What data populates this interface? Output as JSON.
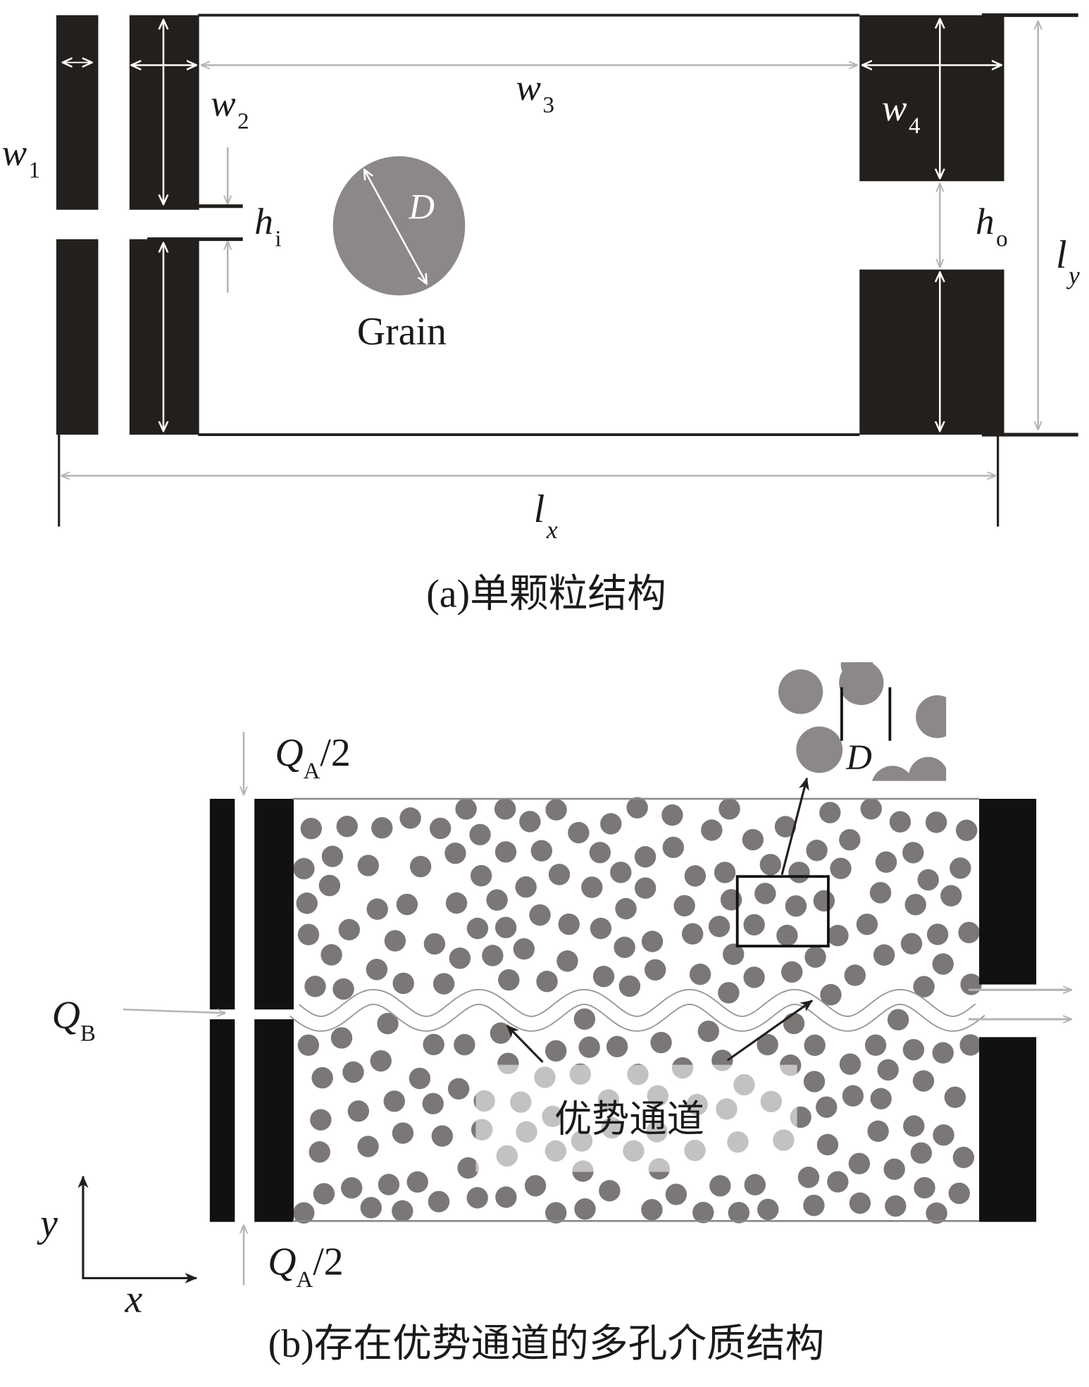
{
  "panel_a": {
    "caption": "(a)单颗粒结构",
    "grain_label": "Grain",
    "labels": {
      "w1": {
        "main": "w",
        "sub": "1"
      },
      "w2": {
        "main": "w",
        "sub": "2"
      },
      "w3": {
        "main": "w",
        "sub": "3"
      },
      "w4": {
        "main": "w",
        "sub": "4"
      },
      "hi": {
        "main": "h",
        "sub": "i"
      },
      "ho": {
        "main": "h",
        "sub": "o"
      },
      "ly": {
        "main": "l",
        "sub": "y"
      },
      "lx": {
        "main": "l",
        "sub": "x"
      },
      "D": "D"
    }
  },
  "panel_b": {
    "caption": "(b)存在优势通道的多孔介质结构",
    "channel_label": "优势通道",
    "qa_top": {
      "main": "Q",
      "sub": "A",
      "tail": "/2"
    },
    "qa_bottom": {
      "main": "Q",
      "sub": "A",
      "tail": "/2"
    },
    "qb": {
      "main": "Q",
      "sub": "B"
    },
    "inset_D": "D",
    "axis_x": "x",
    "axis_y": "y"
  },
  "colors": {
    "wall": "#231f1c",
    "grain": "#8c8888",
    "grain_b": "#7b7777",
    "dim_gray": "#b4b4b4"
  }
}
